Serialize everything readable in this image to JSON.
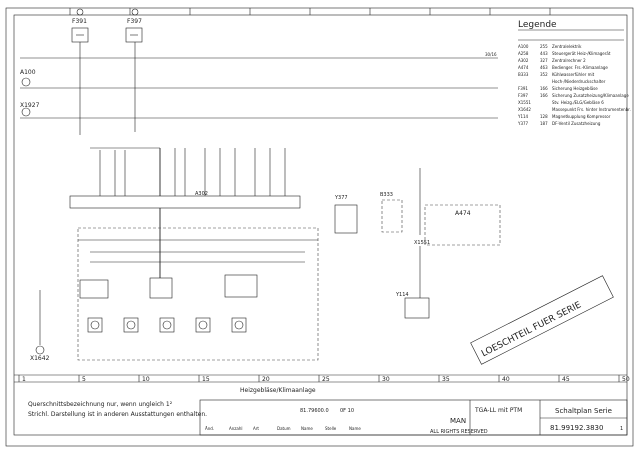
{
  "legend": {
    "title": "Legende",
    "items": [
      {
        "code": "A100",
        "ref": "255",
        "text": "Zentralelektrik"
      },
      {
        "code": "A258",
        "ref": "443",
        "text": "Steuergerät Heiz-/Klimagerät"
      },
      {
        "code": "A302",
        "ref": "327",
        "text": "Zentralrechner 2"
      },
      {
        "code": "A474",
        "ref": "463",
        "text": "Bedienger. Frs.-Klimaanlage"
      },
      {
        "code": "B333",
        "ref": "352",
        "text": "Kühlwasserfühler mit"
      },
      {
        "code": "",
        "ref": "",
        "text": "Hoch-/Niederdruckschalter"
      },
      {
        "code": "F391",
        "ref": "166",
        "text": "Sicherung Heizgebläse"
      },
      {
        "code": "F397",
        "ref": "166",
        "text": "Sicherung Zusatzheizung/Klimaanlage"
      },
      {
        "code": "X1551",
        "ref": "",
        "text": "Stv. Heizg./ELG/Gebläse 6"
      },
      {
        "code": "X1642",
        "ref": "",
        "text": "Massepunkt Frs. hinter Instrumentenbr."
      },
      {
        "code": "Y114",
        "ref": "128",
        "text": "Magnetkupplung Kompressor"
      },
      {
        "code": "Y377",
        "ref": "187",
        "text": "DF-Ventil Zusatzheizung"
      }
    ]
  },
  "components": {
    "fuse_left": "F391",
    "fuse_right": "F397",
    "a100": "A100",
    "x1927": "X1927",
    "a302": "A302",
    "a474": "A474",
    "y377": "Y377",
    "b333": "B333",
    "x1551": "X1551",
    "y114": "Y114",
    "x1642": "X1642",
    "blower_label": "Heizgebläse/Klimaanlage"
  },
  "ruler": [
    "1",
    "5",
    "10",
    "15",
    "20",
    "25",
    "30",
    "35",
    "40",
    "45",
    "50"
  ],
  "stamp": "LOESCHTEIL FUER SERIE",
  "notes": [
    "Querschnittsbezeichnung nur, wenn ungleich 1²",
    "Strichl. Darstellung ist in anderen Ausstattungen enthalten."
  ],
  "title_block": {
    "doc_title": "Schaltplan Serie",
    "drawing_number": "81.99192.3830",
    "description": "TGA-LL mit PTM",
    "rights": "ALL RIGHTS RESERVED",
    "company": "MAN",
    "sheet": "1",
    "rev_rows": [
      "81.79600.0",
      "0F 10"
    ],
    "col_heads": [
      "Änd.",
      "Anzahl",
      "Art",
      "Datum",
      "Name",
      "Stelle",
      "Name"
    ]
  }
}
